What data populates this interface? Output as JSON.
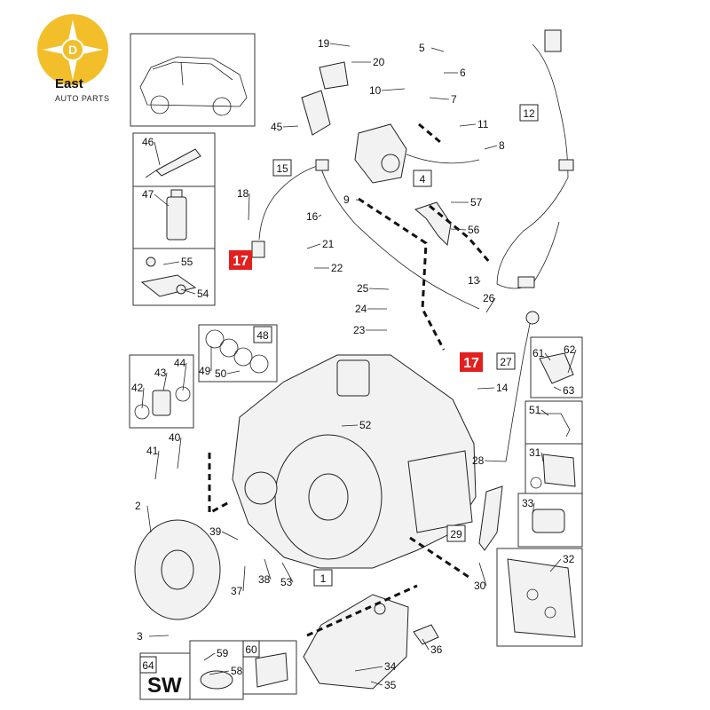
{
  "brand": {
    "name": "East",
    "subtitle": "AUTO PARTS",
    "logo_letter": "D",
    "logo_color": "#f2bf2a"
  },
  "highlight_color": "#e1201f",
  "highlighted_labels": [
    "17",
    "17"
  ],
  "boxed_labels": [
    "15",
    "4",
    "12",
    "48",
    "27",
    "29",
    "1",
    "64",
    "60"
  ],
  "callouts": [
    "19",
    "20",
    "5",
    "6",
    "10",
    "7",
    "11",
    "8",
    "45",
    "9",
    "57",
    "56",
    "18",
    "16",
    "21",
    "22",
    "13",
    "25",
    "24",
    "26",
    "23",
    "14",
    "49",
    "50",
    "42",
    "43",
    "44",
    "61",
    "62",
    "63",
    "51",
    "52",
    "41",
    "40",
    "28",
    "31",
    "2",
    "39",
    "33",
    "37",
    "38",
    "53",
    "32",
    "30",
    "36",
    "3",
    "59",
    "58",
    "34",
    "35",
    "46",
    "47",
    "55",
    "54"
  ],
  "sw_label": "SW"
}
